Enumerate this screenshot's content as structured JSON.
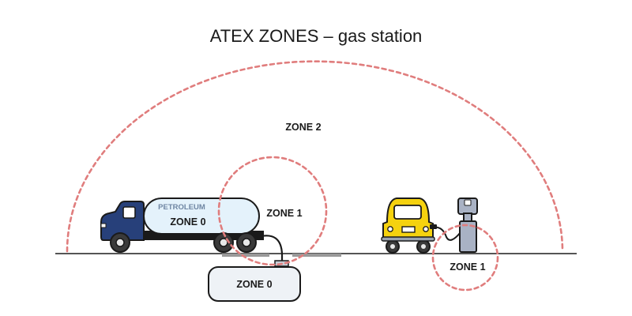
{
  "title": "ATEX ZONES – gas station",
  "tanker": {
    "tank_text": "PETROLEUM",
    "zone_label": "ZONE 0"
  },
  "zones": {
    "zone2_label": "ZONE 2",
    "transfer_zone1_label": "ZONE 1",
    "pump_zone1_label": "ZONE 1"
  },
  "underground_tank": {
    "zone_label": "ZONE 0"
  },
  "colors": {
    "zone_boundary": "#e07d7d",
    "truck_cab": "#27407a",
    "tank_fill": "#e4f2fb",
    "car_body": "#f5d20f",
    "pump_body": "#a9b2c4",
    "ground_line": "#555555"
  },
  "icons": {
    "truck": "tanker-truck-icon",
    "car": "car-icon",
    "pump": "fuel-pump-icon",
    "underground_tank": "storage-tank-icon"
  }
}
